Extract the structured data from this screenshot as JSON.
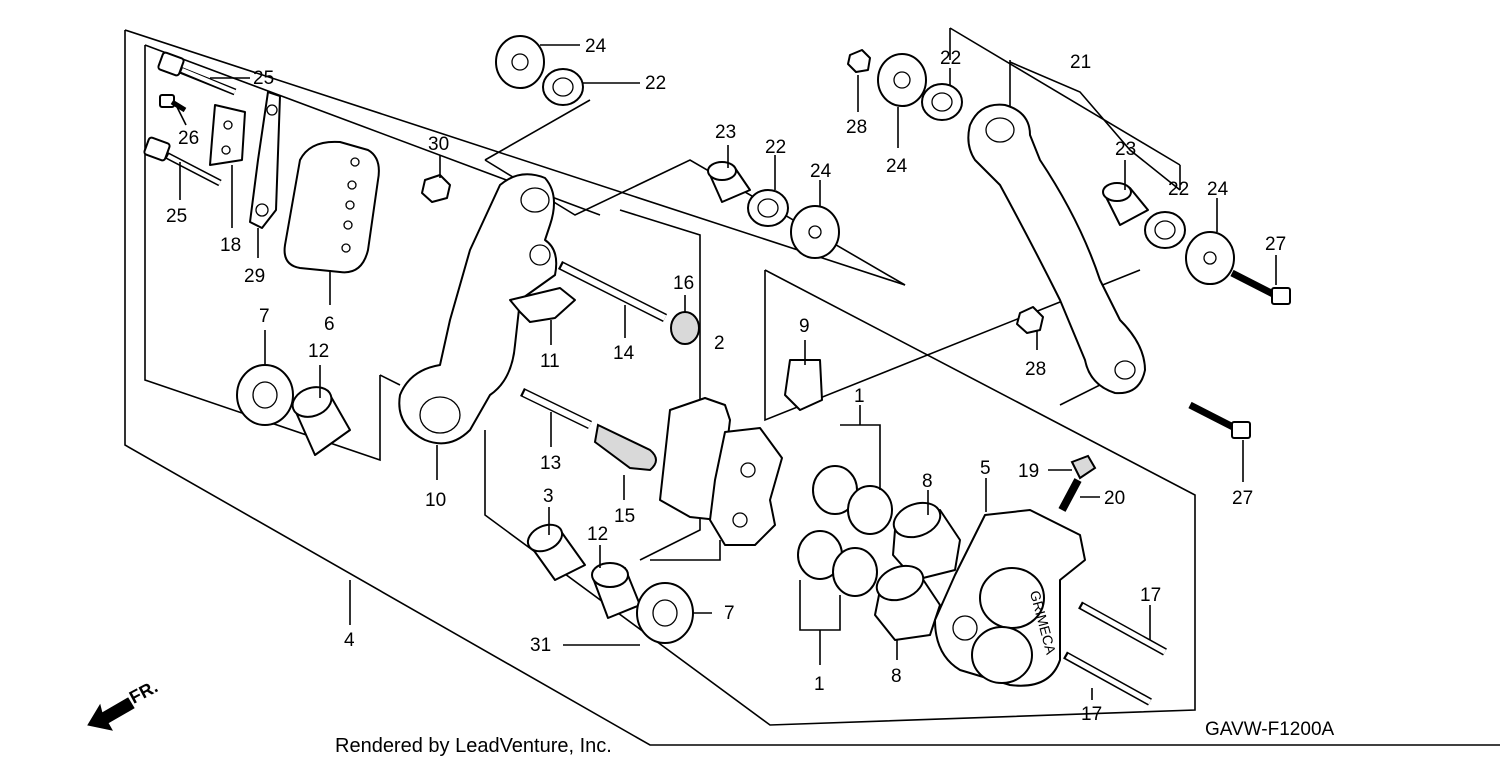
{
  "diagram": {
    "footer_left": "Rendered by LeadVenture, Inc.",
    "footer_right": "GAVW-F1200A",
    "direction": "FR.",
    "caliper_marking": "GRIMECA",
    "icons": [
      "front-direction-arrow-icon"
    ],
    "callouts": {
      "c1a": "1",
      "c1b": "1",
      "c2": "2",
      "c3": "3",
      "c4": "4",
      "c5": "5",
      "c6": "6",
      "c7a": "7",
      "c7b": "7",
      "c8a": "8",
      "c8b": "8",
      "c9": "9",
      "c10": "10",
      "c11": "11",
      "c12a": "12",
      "c12b": "12",
      "c13": "13",
      "c14": "14",
      "c15": "15",
      "c16": "16",
      "c17a": "17",
      "c17b": "17",
      "c18": "18",
      "c19": "19",
      "c20": "20",
      "c21": "21",
      "c22a": "22",
      "c22b": "22",
      "c22c": "22",
      "c22d": "22",
      "c23a": "23",
      "c23b": "23",
      "c24a": "24",
      "c24b": "24",
      "c24c": "24",
      "c24d": "24",
      "c25a": "25",
      "c25b": "25",
      "c26": "26",
      "c27a": "27",
      "c27b": "27",
      "c28a": "28",
      "c28b": "28",
      "c29": "29",
      "c30": "30",
      "c31": "31"
    }
  }
}
